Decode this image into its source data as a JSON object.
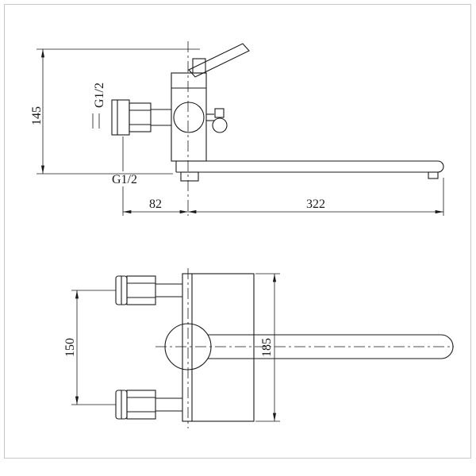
{
  "drawing": {
    "views": {
      "side": {
        "height_dim": "145",
        "wall_thread_label": "G1/2",
        "outlet_thread_label": "G1/2",
        "offset_dim": "82",
        "spout_length_dim": "322"
      },
      "plan": {
        "centers_dim": "150",
        "depth_dim": "185"
      }
    },
    "colors": {
      "line": "#1a1a1a",
      "frame": "#c8c8c8",
      "background": "#ffffff"
    }
  }
}
